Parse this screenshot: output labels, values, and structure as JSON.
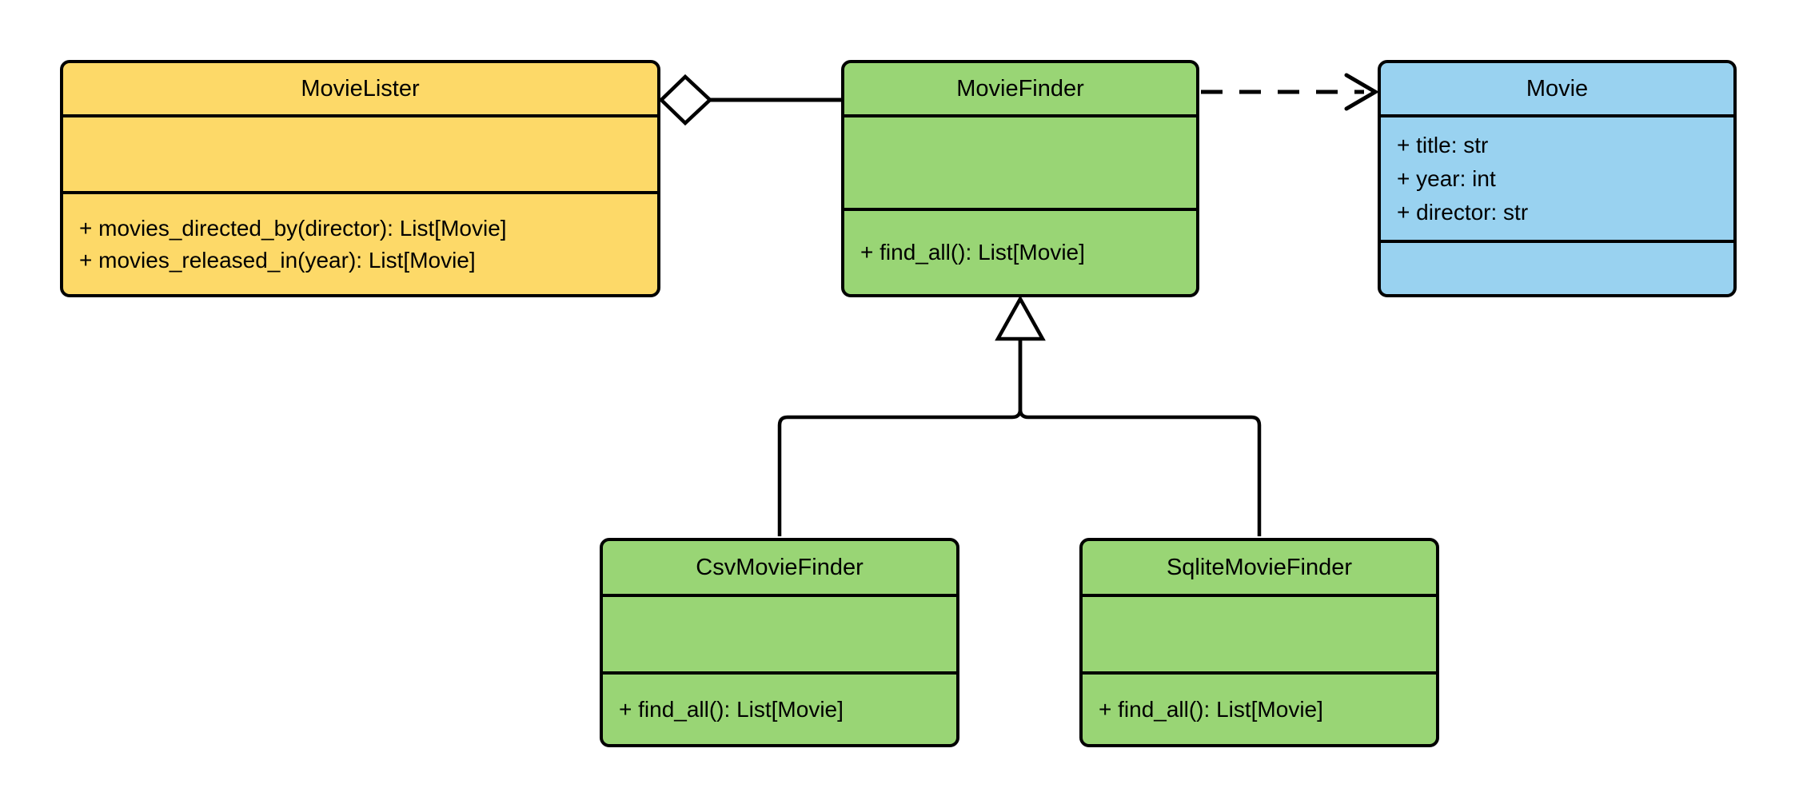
{
  "diagram": {
    "type": "uml-class-diagram",
    "classes": [
      {
        "name": "MovieLister",
        "attributes": [],
        "methods": [
          "+ movies_directed_by(director): List[Movie]",
          "+ movies_released_in(year): List[Movie]"
        ],
        "fill": "#FDD968"
      },
      {
        "name": "MovieFinder",
        "attributes": [],
        "methods": [
          "+ find_all(): List[Movie]"
        ],
        "fill": "#99D575"
      },
      {
        "name": "Movie",
        "attributes": [
          "+ title: str",
          "+ year: int",
          "+ director: str"
        ],
        "methods": [],
        "fill": "#99D2F0"
      },
      {
        "name": "CsvMovieFinder",
        "attributes": [],
        "methods": [
          "+ find_all(): List[Movie]"
        ],
        "fill": "#99D575"
      },
      {
        "name": "SqliteMovieFinder",
        "attributes": [],
        "methods": [
          "+ find_all(): List[Movie]"
        ],
        "fill": "#99D575"
      }
    ],
    "relationships": [
      {
        "type": "aggregation",
        "source": "MovieLister",
        "target": "MovieFinder",
        "marker": "hollow-diamond",
        "line_style": "solid"
      },
      {
        "type": "dependency",
        "source": "MovieFinder",
        "target": "Movie",
        "marker": "open-arrowhead",
        "line_style": "dashed"
      },
      {
        "type": "generalization",
        "source": "CsvMovieFinder",
        "target": "MovieFinder",
        "marker": "hollow-triangle",
        "line_style": "solid"
      },
      {
        "type": "generalization",
        "source": "SqliteMovieFinder",
        "target": "MovieFinder",
        "marker": "hollow-triangle",
        "line_style": "solid"
      }
    ]
  },
  "colors": {
    "background": "#FFFFFF",
    "stroke": "#000000",
    "yellow_fill": "#FDD968",
    "green_fill": "#99D575",
    "blue_fill": "#99D2F0",
    "marker_fill": "#FFFFFF"
  }
}
